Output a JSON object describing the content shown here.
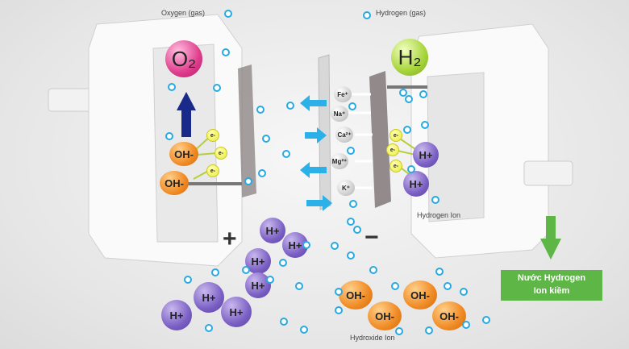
{
  "labels": {
    "oxygen_gas": "Oxygen (gas)",
    "hydrogen_gas": "Hydrogen (gas)",
    "hydrogen_ion": "Hydrogen Ion",
    "hydroxide_ion": "Hydroxide Ion",
    "plus": "+",
    "minus": "−"
  },
  "molecules": {
    "o2": "O₂",
    "h2": "H₂",
    "h_plus": "H+",
    "oh_minus": "OH-",
    "electron": "e-"
  },
  "ions": [
    "Fe⁺",
    "Na⁺",
    "Ca²⁺",
    "Mg²⁺",
    "K⁺"
  ],
  "result_box": {
    "line1": "Nước Hydrogen",
    "line2": "Ion kiềm"
  },
  "colors": {
    "bubble": "#28a9e0",
    "arrow_blue": "#2bb0e8",
    "green": "#5db645",
    "up_arrow": "#1a2a8a"
  }
}
